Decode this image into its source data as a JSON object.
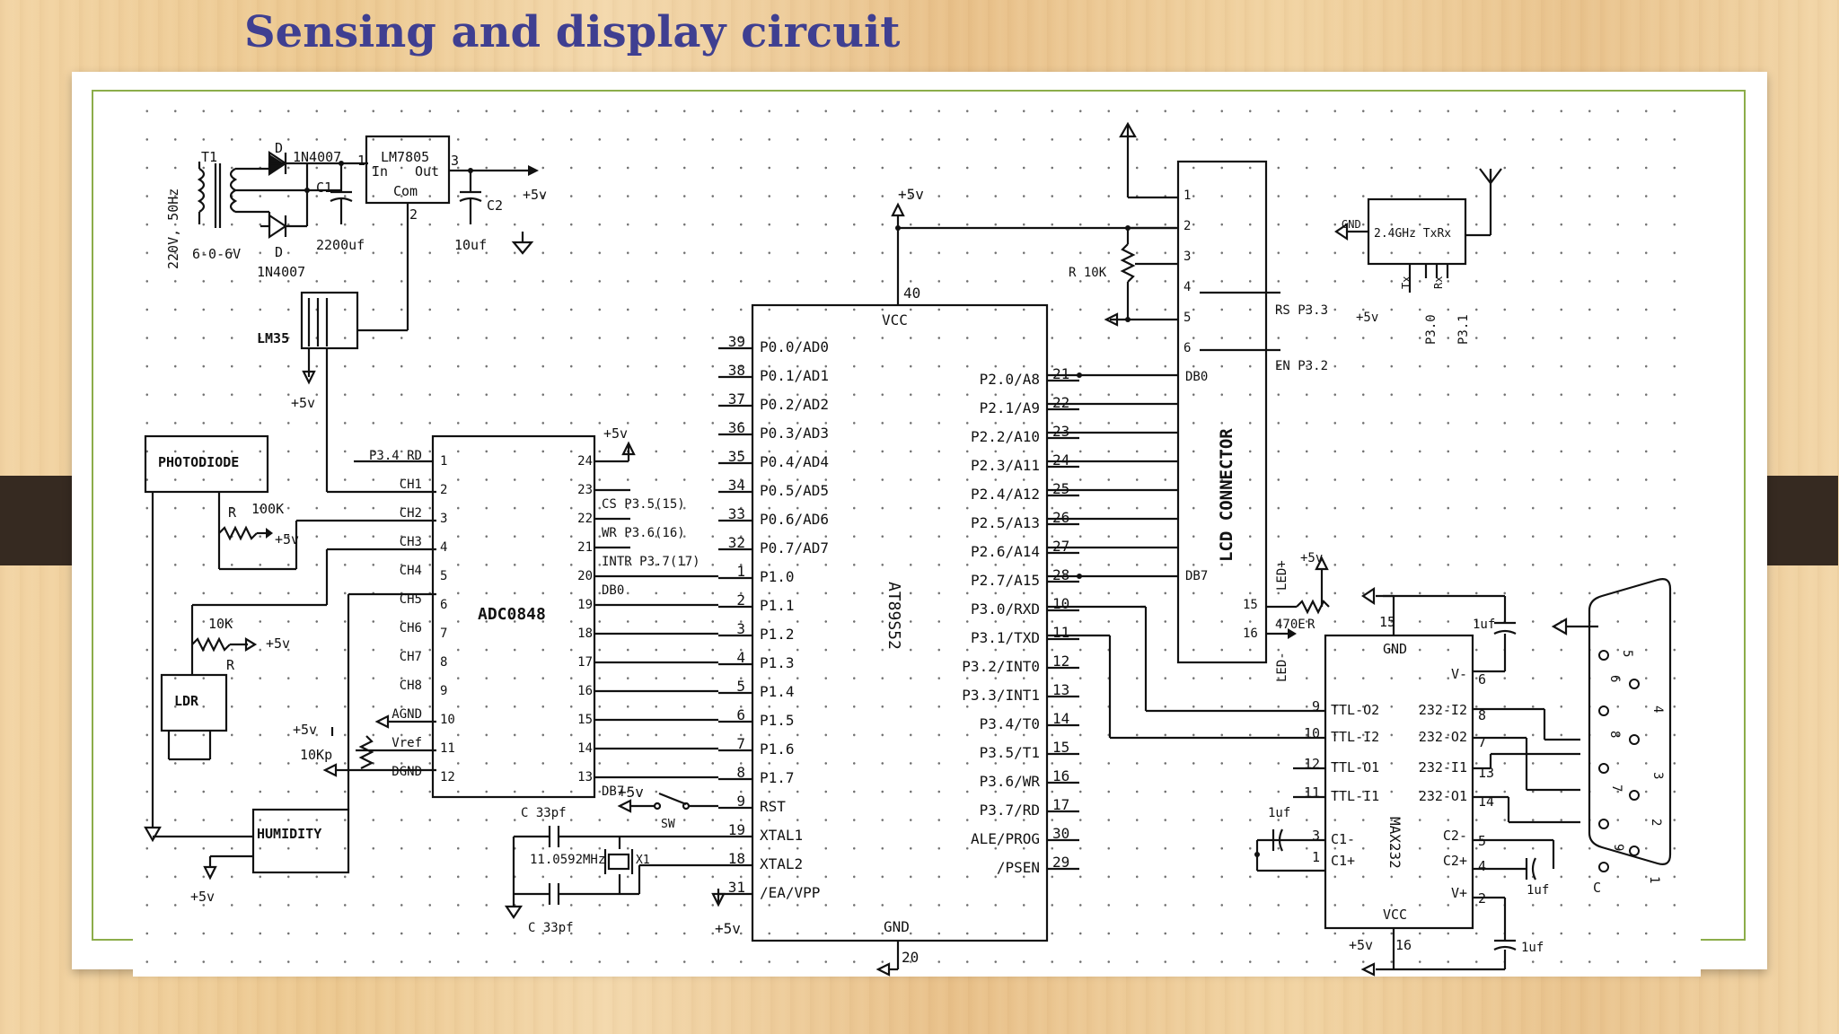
{
  "slide": {
    "title": "Sensing and display circuit"
  },
  "power": {
    "mains": "220V, 50Hz",
    "transformer": "T1",
    "secondary": "6-0-6V",
    "diode_top": "D",
    "diode_top_part": "1N4007",
    "diode_bot": "D",
    "diode_bot_part": "1N4007",
    "c1": "C1",
    "c1_val": "2200uf",
    "regulator": "LM7805",
    "reg_in": "In",
    "reg_out": "Out",
    "reg_com": "Com",
    "reg_pin1": "1",
    "reg_pin2": "2",
    "reg_pin3": "3",
    "c2": "C2",
    "c2_val": "10uf",
    "out": "+5v"
  },
  "sensors": {
    "lm35": "LM35",
    "lm35_vcc": "+5v",
    "photodiode": "PHOTODIODE",
    "r_pd": "R",
    "r_pd_val": "100K",
    "pd_vcc": "+5v",
    "r_ldr_val": "10K",
    "r_ldr": "R",
    "ldr_vcc": "+5v",
    "ldr": "LDR",
    "pot_vcc": "+5v",
    "pot": "10Kp",
    "humidity": "HUMIDITY",
    "hum_vcc": "+5v"
  },
  "adc": {
    "name": "ADC0848",
    "vcc": "+5v",
    "left_pins": [
      {
        "n": "1",
        "sig": "P3.4 RD"
      },
      {
        "n": "2",
        "sig": "CH1"
      },
      {
        "n": "3",
        "sig": "CH2"
      },
      {
        "n": "4",
        "sig": "CH3"
      },
      {
        "n": "5",
        "sig": "CH4"
      },
      {
        "n": "6",
        "sig": "CH5"
      },
      {
        "n": "7",
        "sig": "CH6"
      },
      {
        "n": "8",
        "sig": "CH7"
      },
      {
        "n": "9",
        "sig": "CH8"
      },
      {
        "n": "10",
        "sig": "AGND"
      },
      {
        "n": "11",
        "sig": "Vref"
      },
      {
        "n": "12",
        "sig": "DGND"
      }
    ],
    "right_pins": [
      {
        "n": "24",
        "sig": ""
      },
      {
        "n": "23",
        "sig": "CS P3.5(15)"
      },
      {
        "n": "22",
        "sig": "WR P3.6(16)"
      },
      {
        "n": "21",
        "sig": "INTR P3.7(17)"
      },
      {
        "n": "20",
        "sig": "DB0"
      },
      {
        "n": "19",
        "sig": ""
      },
      {
        "n": "18",
        "sig": ""
      },
      {
        "n": "17",
        "sig": ""
      },
      {
        "n": "16",
        "sig": ""
      },
      {
        "n": "15",
        "sig": ""
      },
      {
        "n": "14",
        "sig": ""
      },
      {
        "n": "13",
        "sig": "DB7"
      }
    ]
  },
  "mcu": {
    "name": "AT89S52",
    "vcc": "VCC",
    "vcc_pin": "40",
    "vcc_supply": "+5v",
    "gnd": "GND",
    "gnd_pin": "20",
    "left_pins": [
      {
        "n": "39",
        "sig": "P0.0/AD0"
      },
      {
        "n": "38",
        "sig": "P0.1/AD1"
      },
      {
        "n": "37",
        "sig": "P0.2/AD2"
      },
      {
        "n": "36",
        "sig": "P0.3/AD3"
      },
      {
        "n": "35",
        "sig": "P0.4/AD4"
      },
      {
        "n": "34",
        "sig": "P0.5/AD5"
      },
      {
        "n": "33",
        "sig": "P0.6/AD6"
      },
      {
        "n": "32",
        "sig": "P0.7/AD7"
      },
      {
        "n": "1",
        "sig": "P1.0"
      },
      {
        "n": "2",
        "sig": "P1.1"
      },
      {
        "n": "3",
        "sig": "P1.2"
      },
      {
        "n": "4",
        "sig": "P1.3"
      },
      {
        "n": "5",
        "sig": "P1.4"
      },
      {
        "n": "6",
        "sig": "P1.5"
      },
      {
        "n": "7",
        "sig": "P1.6"
      },
      {
        "n": "8",
        "sig": "P1.7"
      },
      {
        "n": "9",
        "sig": "RST"
      },
      {
        "n": "19",
        "sig": "XTAL1"
      },
      {
        "n": "18",
        "sig": "XTAL2"
      },
      {
        "n": "31",
        "sig": "/EA/VPP"
      }
    ],
    "right_pins": [
      {
        "n": "21",
        "sig": "P2.0/A8"
      },
      {
        "n": "22",
        "sig": "P2.1/A9"
      },
      {
        "n": "23",
        "sig": "P2.2/A10"
      },
      {
        "n": "24",
        "sig": "P2.3/A11"
      },
      {
        "n": "25",
        "sig": "P2.4/A12"
      },
      {
        "n": "26",
        "sig": "P2.5/A13"
      },
      {
        "n": "27",
        "sig": "P2.6/A14"
      },
      {
        "n": "28",
        "sig": "P2.7/A15"
      },
      {
        "n": "10",
        "sig": "P3.0/RXD"
      },
      {
        "n": "11",
        "sig": "P3.1/TXD"
      },
      {
        "n": "12",
        "sig": "P3.2/INT0"
      },
      {
        "n": "13",
        "sig": "P3.3/INT1"
      },
      {
        "n": "14",
        "sig": "P3.4/T0"
      },
      {
        "n": "15",
        "sig": "P3.5/T1"
      },
      {
        "n": "16",
        "sig": "P3.6/WR"
      },
      {
        "n": "17",
        "sig": "P3.7/RD"
      },
      {
        "n": "30",
        "sig": "ALE/PROG"
      },
      {
        "n": "29",
        "sig": "/PSEN"
      }
    ],
    "rst_vcc": "+5v",
    "switch": "SW",
    "c_top": "C 33pf",
    "crystal": "11.0592MHz",
    "crystal_ref": "X1",
    "c_bot": "C 33pf",
    "ea_vcc": "+5v"
  },
  "lcd": {
    "name": "LCD CONNECTOR",
    "pins": [
      "1",
      "2",
      "3",
      "4",
      "5",
      "6"
    ],
    "db0": "DB0",
    "db7": "DB7",
    "rs": "RS P3.3",
    "en": "EN P3.2",
    "pot": "R 10K",
    "led_plus": "LED+",
    "led_minus": "LED-",
    "led_pin15": "15",
    "led_pin16": "16",
    "led_res": "470E",
    "led_res_ref": "R",
    "led_vcc": "+5v"
  },
  "rf": {
    "name": "2.4GHz TxRx",
    "gnd": "GND",
    "tx": "Tx",
    "rx": "Rx",
    "vcc": "+5v",
    "p30": "P3.0",
    "p31": "P3.1"
  },
  "max232": {
    "name": "MAX232",
    "gnd": "GND",
    "gnd_pin": "15",
    "vcc": "VCC",
    "vcc_pin": "16",
    "vcc_supply": "+5v",
    "left": [
      {
        "n": "9",
        "sig": "TTL-O2"
      },
      {
        "n": "10",
        "sig": "TTL-I2"
      },
      {
        "n": "12",
        "sig": "TTL-O1"
      },
      {
        "n": "11",
        "sig": "TTL-I1"
      },
      {
        "n": "3",
        "sig": "C1-"
      },
      {
        "n": "1",
        "sig": "C1+"
      }
    ],
    "right": [
      {
        "n": "6",
        "sig": "V-"
      },
      {
        "n": "8",
        "sig": "232-I2"
      },
      {
        "n": "7",
        "sig": "232-O2"
      },
      {
        "n": "13",
        "sig": "232-I1"
      },
      {
        "n": "14",
        "sig": "232-O1"
      },
      {
        "n": "5",
        "sig": "C2-"
      },
      {
        "n": "4",
        "sig": "C2+"
      },
      {
        "n": "2",
        "sig": "V+"
      }
    ],
    "caps": [
      "1uf",
      "1uf",
      "1uf",
      "1uf"
    ]
  },
  "db9": {
    "ref": "C",
    "pins": [
      "5",
      "6",
      "4",
      "8",
      "3",
      "7",
      "2",
      "9",
      "1"
    ]
  }
}
